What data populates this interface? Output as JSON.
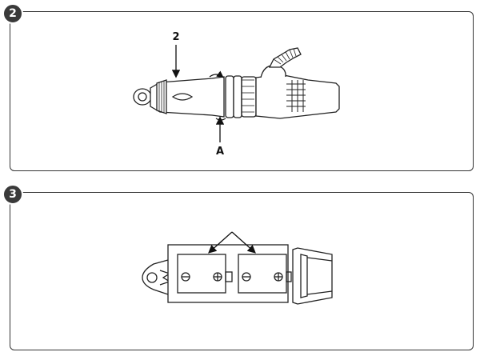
{
  "steps": [
    {
      "number": "2",
      "callouts": {
        "top": "2",
        "bottom": "A"
      }
    },
    {
      "number": "3"
    }
  ]
}
